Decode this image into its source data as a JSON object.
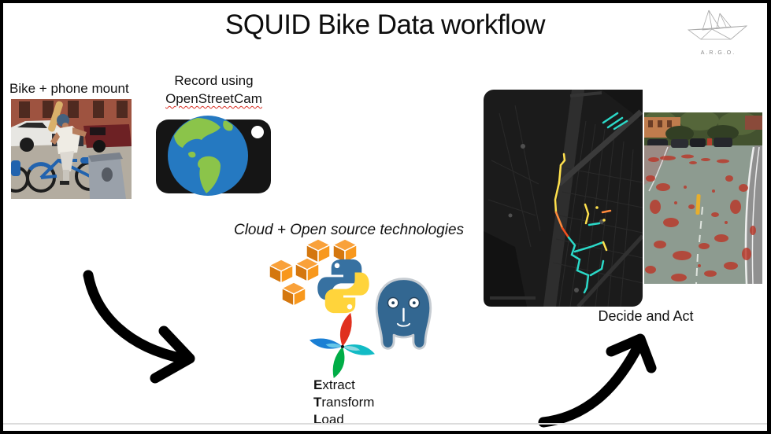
{
  "slide": {
    "title": "SQUID Bike Data workflow"
  },
  "brand": {
    "name": "A.R.G.O."
  },
  "workflow": {
    "bike": {
      "label": "Bike + phone mount"
    },
    "record": {
      "label_line1": "Record using",
      "label_line2": "OpenStreetCam"
    },
    "cloud": {
      "label": "Cloud + Open source technologies"
    },
    "etl": {
      "lines": [
        {
          "bold": "E",
          "rest": "xtract"
        },
        {
          "bold": "T",
          "rest": "ransform"
        },
        {
          "bold": "L",
          "rest": "oad"
        }
      ]
    },
    "decide": {
      "label": "Decide and Act"
    }
  },
  "icons": {
    "openstreetcam": "camera-with-globe-lens",
    "aws": "orange-3d-cubes-cluster",
    "python": "two-interlocked-snakes",
    "postgresql": "blue-elephant-head",
    "airflow": "four-color-pinwheel",
    "argo": "origami-paper-boat-wireframe",
    "arrow_left": "thick-curved-arrow-down-right",
    "arrow_right": "thick-curved-arrow-up-right"
  },
  "colors": {
    "aws_orange": "#F8981D",
    "python_blue": "#3771A1",
    "python_yellow": "#FFD43B",
    "postgres_blue": "#336791",
    "airflow_red": "#E0301E",
    "airflow_cyan": "#12BBC5",
    "airflow_green": "#00AD46",
    "airflow_blue": "#1A7FD4",
    "route_teal": "#2BD9C8",
    "route_yellow": "#FFE14D",
    "route_orange": "#FF8A3C",
    "damage_red": "#BB3527",
    "spellcheck_red": "#D93025",
    "map_background": "#1B1B1B"
  }
}
